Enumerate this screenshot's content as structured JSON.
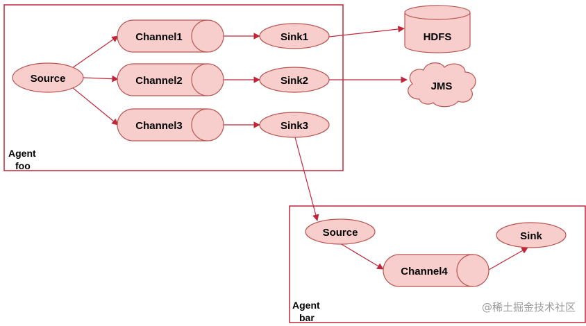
{
  "agents": {
    "foo": {
      "label_line1": "Agent",
      "label_line2": "foo"
    },
    "bar": {
      "label_line1": "Agent",
      "label_line2": "bar"
    }
  },
  "nodes": {
    "source_foo": "Source",
    "channel1": "Channel1",
    "channel2": "Channel2",
    "channel3": "Channel3",
    "sink1": "Sink1",
    "sink2": "Sink2",
    "sink3": "Sink3",
    "hdfs": "HDFS",
    "jms": "JMS",
    "source_bar": "Source",
    "channel4": "Channel4",
    "sink_bar": "Sink"
  },
  "watermark": "@稀土掘金技术社区",
  "colors": {
    "fill": "#f8cecc",
    "stroke": "#b85450",
    "frame": "#c0263a",
    "edge": "#c0263a"
  }
}
